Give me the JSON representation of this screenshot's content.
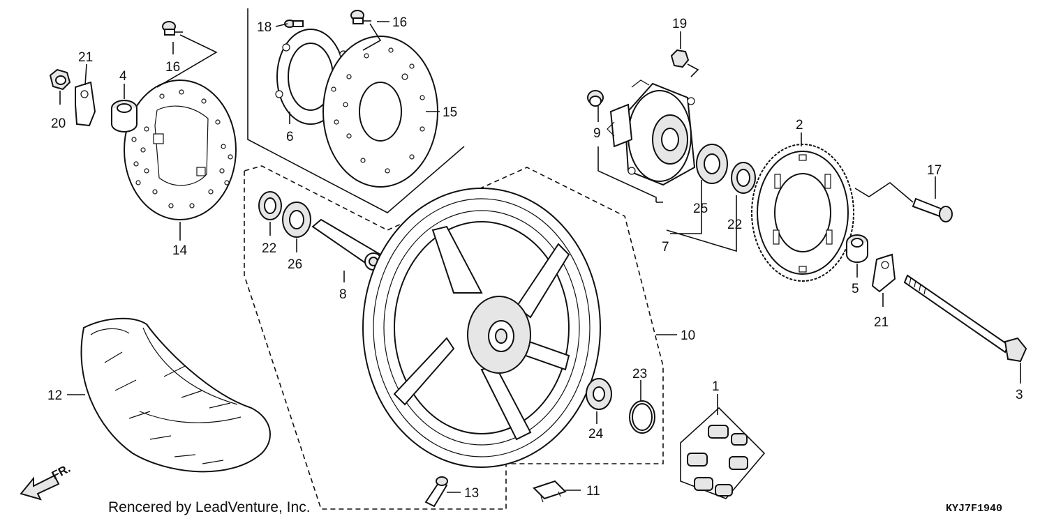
{
  "diagram": {
    "callouts": [
      "1",
      "2",
      "3",
      "4",
      "5",
      "6",
      "7",
      "8",
      "9",
      "10",
      "11",
      "12",
      "13",
      "14",
      "15",
      "16",
      "16",
      "17",
      "18",
      "19",
      "20",
      "21",
      "21",
      "22",
      "22",
      "23",
      "24",
      "25",
      "26"
    ],
    "direction_label": "FR.",
    "footer_credit": "Rencered by LeadVenture, Inc.",
    "diagram_code": "KYJ7F1940"
  }
}
